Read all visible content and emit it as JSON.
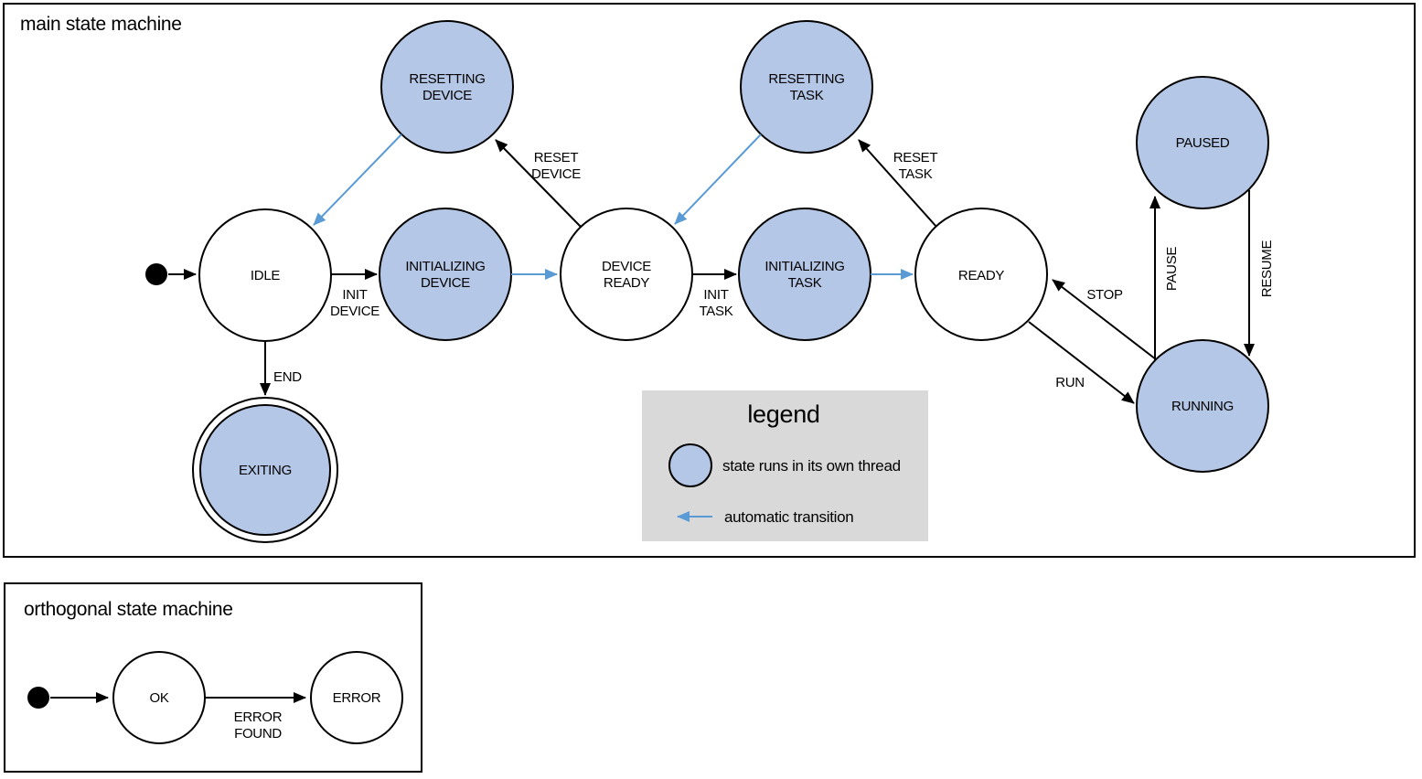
{
  "colors": {
    "state_fill": "#b4c7e7",
    "auto_transition": "#5b9bd5",
    "legend_bg": "#d9d9d9",
    "line": "#000000"
  },
  "main": {
    "title": "main state machine",
    "states": {
      "idle": "IDLE",
      "initializing_device": [
        "INITIALIZING",
        "DEVICE"
      ],
      "device_ready": [
        "DEVICE",
        "READY"
      ],
      "initializing_task": [
        "INITIALIZING",
        "TASK"
      ],
      "ready": "READY",
      "resetting_device": [
        "RESETTING",
        "DEVICE"
      ],
      "resetting_task": [
        "RESETTING",
        "TASK"
      ],
      "paused": "PAUSED",
      "running": "RUNNING",
      "exiting": "EXITING"
    },
    "transitions": {
      "init_device": [
        "INIT",
        "DEVICE"
      ],
      "init_task": [
        "INIT",
        "TASK"
      ],
      "reset_device": [
        "RESET",
        "DEVICE"
      ],
      "reset_task": [
        "RESET",
        "TASK"
      ],
      "end": "END",
      "run": "RUN",
      "stop": "STOP",
      "pause": "PAUSE",
      "resume": "RESUME"
    }
  },
  "legend": {
    "title": "legend",
    "thread_item": "state runs in its own thread",
    "auto_item": "automatic transition"
  },
  "orthogonal": {
    "title": "orthogonal state machine",
    "states": {
      "ok": "OK",
      "error": "ERROR"
    },
    "transitions": {
      "error_found": [
        "ERROR",
        "FOUND"
      ]
    }
  }
}
